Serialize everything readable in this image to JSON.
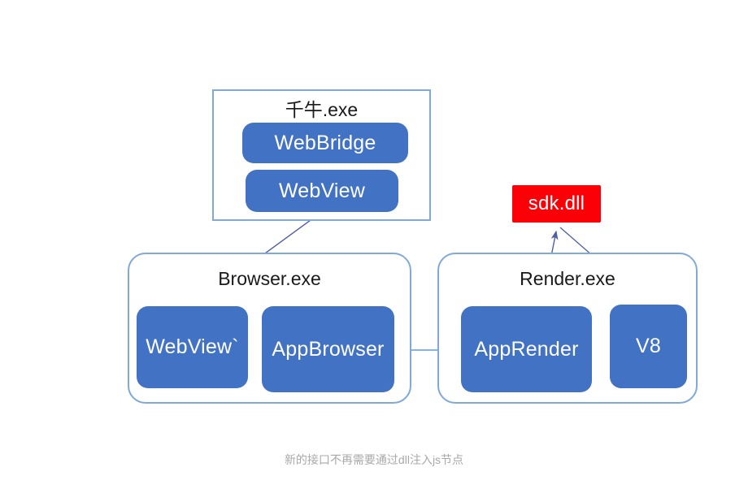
{
  "diagram": {
    "caption": "新的接口不再需要通过dll注入js节点",
    "colors": {
      "node_blue": "#4272C4",
      "node_red": "#FB0007",
      "container_border": "#7FA9D8",
      "arrow_blue": "#5B9BD5",
      "arrow_indigo": "#4F5FA8",
      "caption_gray": "#A9A9A9",
      "background": "#FFFFFF"
    },
    "containers": [
      {
        "id": "qianniu",
        "title": "千牛.exe",
        "shape": "square",
        "nodes": [
          {
            "id": "webbridge",
            "label": "WebBridge",
            "color": "blue"
          },
          {
            "id": "webview",
            "label": "WebView",
            "color": "blue"
          }
        ]
      },
      {
        "id": "browser",
        "title": "Browser.exe",
        "shape": "rounded",
        "nodes": [
          {
            "id": "webview-tick",
            "label": "WebView`",
            "color": "blue"
          },
          {
            "id": "appbrowser",
            "label": "AppBrowser",
            "color": "blue"
          }
        ]
      },
      {
        "id": "render",
        "title": "Render.exe",
        "shape": "rounded",
        "nodes": [
          {
            "id": "apprender",
            "label": "AppRender",
            "color": "blue"
          },
          {
            "id": "v8",
            "label": "V8",
            "color": "blue"
          }
        ]
      }
    ],
    "standalone_nodes": [
      {
        "id": "sdkdll",
        "label": "sdk.dll",
        "color": "red"
      }
    ],
    "edges": [
      {
        "id": "webviewtick-to-webview",
        "from": "webview-tick",
        "to": "webview",
        "arrow": "to",
        "color": "#4F5FA8"
      },
      {
        "id": "apprender-to-appbrowser",
        "from": "apprender",
        "to": "appbrowser",
        "arrow": "to",
        "color": "#5B9BD5"
      },
      {
        "id": "apprender-to-sdkdll",
        "from": "apprender",
        "to": "sdkdll",
        "arrow": "to",
        "color": "#4F5FA8"
      },
      {
        "id": "v8-to-sdkdll",
        "from": "v8",
        "to": "sdkdll",
        "arrow": "none",
        "color": "#4F5FA8"
      }
    ]
  }
}
